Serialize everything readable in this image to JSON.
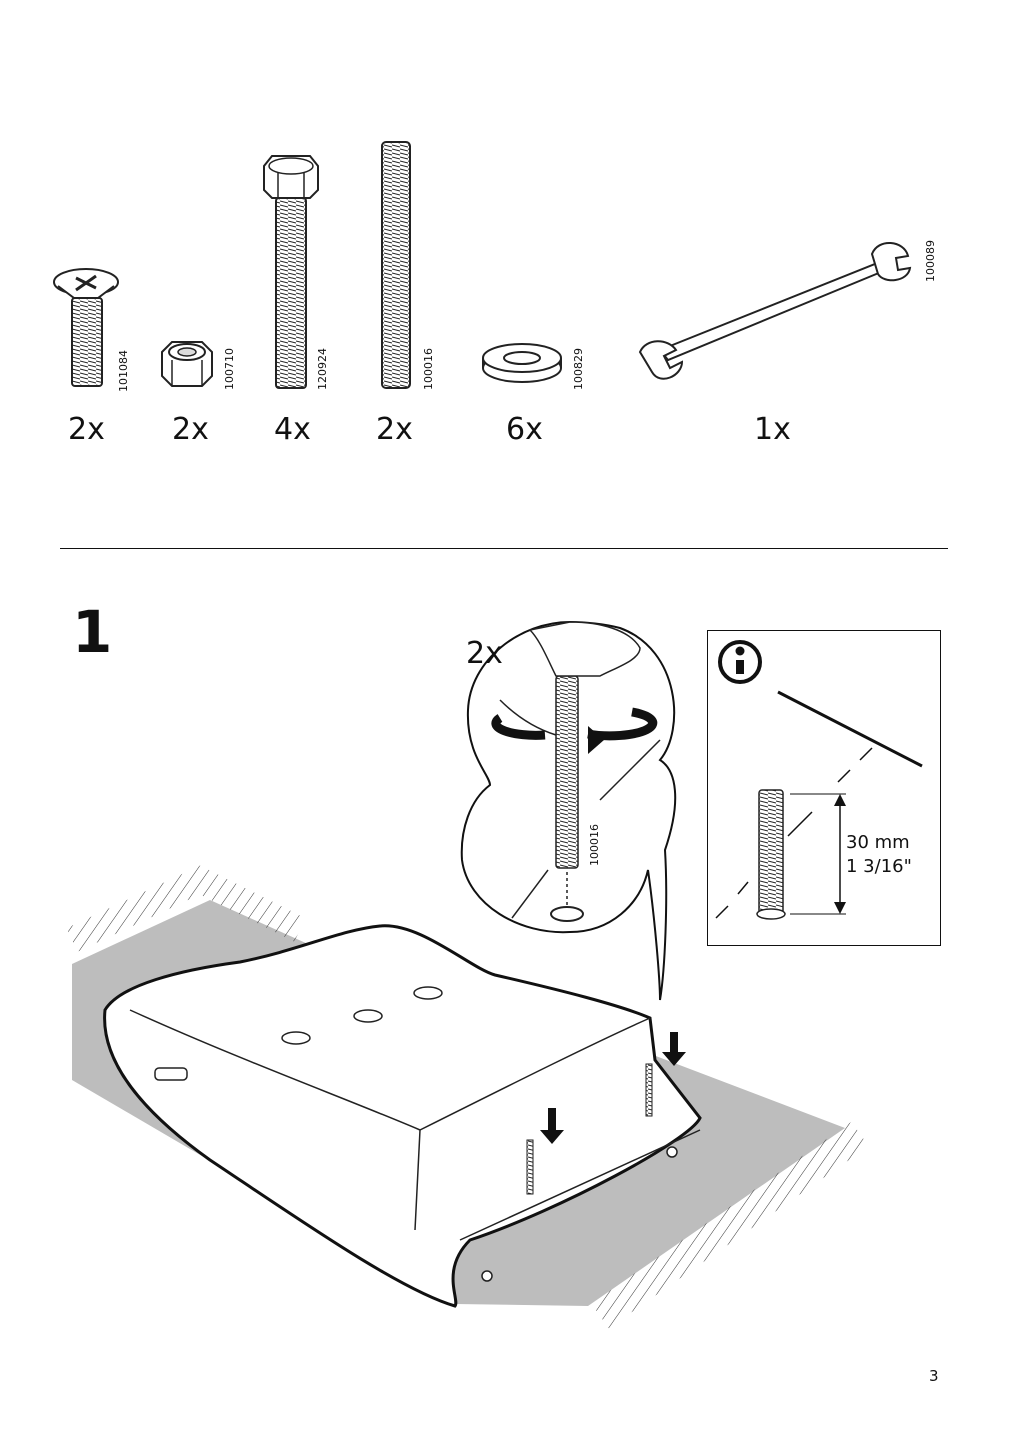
{
  "parts": [
    {
      "code": "101084",
      "qty": "2x"
    },
    {
      "code": "100710",
      "qty": "2x"
    },
    {
      "code": "120924",
      "qty": "4x"
    },
    {
      "code": "100016",
      "qty": "2x"
    },
    {
      "code": "100829",
      "qty": "6x"
    },
    {
      "code": "100089",
      "qty": "1x"
    }
  ],
  "step": {
    "number": "1",
    "detail_qty": "2x",
    "detail_code": "100016"
  },
  "info": {
    "length_mm": "30 mm",
    "length_in": "1 3/16\""
  },
  "page_number": "3"
}
